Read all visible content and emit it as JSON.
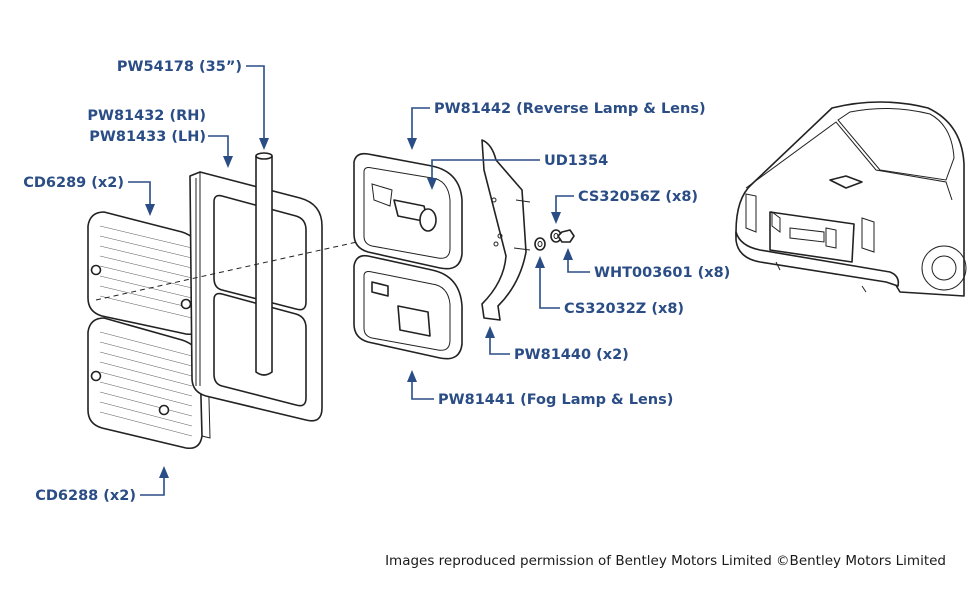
{
  "labels": {
    "hose": "PW54178 (35”)",
    "frame_rh": "PW81432 (RH)",
    "frame_lh": "PW81433 (LH)",
    "lens_upper": "CD6289 (x2)",
    "lens_lower": "CD6288 (x2)",
    "reverse_lamp": "PW81442 (Reverse Lamp & Lens)",
    "bulb": "UD1354",
    "washer_a": "CS32056Z (x8)",
    "nut": "WHT003601 (x8)",
    "washer_b": "CS32032Z (x8)",
    "bracket": "PW81440 (x2)",
    "fog_lamp": "PW81441 (Fog Lamp & Lens)"
  },
  "credit": "Images reproduced permission of Bentley Motors Limited ©Bentley Motors Limited",
  "colors": {
    "label": "#2a4d85",
    "line": "#222222"
  }
}
